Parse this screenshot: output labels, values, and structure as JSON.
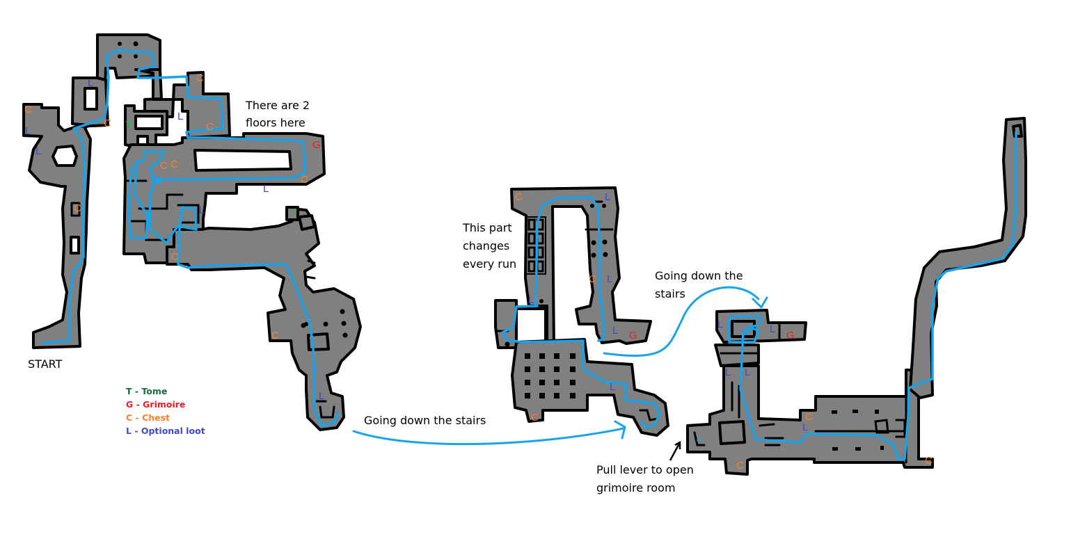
{
  "title": "Dungeon route map",
  "legend": [
    {
      "key": "T",
      "label": "T - Tome",
      "color": "#1a7a3a"
    },
    {
      "key": "G",
      "label": "G - Grimoire",
      "color": "#ed1c24"
    },
    {
      "key": "C",
      "label": "C - Chest",
      "color": "#ff7f27"
    },
    {
      "key": "L",
      "label": "L - Optional loot",
      "color": "#3f48cc"
    }
  ],
  "annotations": {
    "start": "START",
    "two_floors_line1": "There are 2",
    "two_floors_line2": "floors here",
    "changes_line1": "This part",
    "changes_line2": "changes",
    "changes_line3": "every run",
    "stairs_1": "Going down the stairs",
    "stairs_2_line1": "Going down the",
    "stairs_2_line2": "stairs",
    "lever_line1": "Pull lever to open",
    "lever_line2": "grimoire room"
  },
  "colors": {
    "route": "#1aa3e8",
    "room_fill": "#808080",
    "chest": "#ff7f27",
    "optional_loot": "#3f48cc",
    "grimoire": "#ed1c24",
    "tome": "#22b14c"
  },
  "markers": {
    "section1": [
      "C",
      "L",
      "L",
      "L",
      "C",
      "L",
      "C",
      "C",
      "T",
      "C",
      "C",
      "G",
      "C",
      "L",
      "C",
      "L",
      "C",
      "T",
      "C",
      "L"
    ],
    "section2": [
      "C",
      "L",
      "C",
      "L",
      "L",
      "L",
      "G",
      "L",
      "C"
    ],
    "section3": [
      "L",
      "L",
      "G",
      "L",
      "L",
      "C",
      "L",
      "C",
      "C"
    ]
  }
}
